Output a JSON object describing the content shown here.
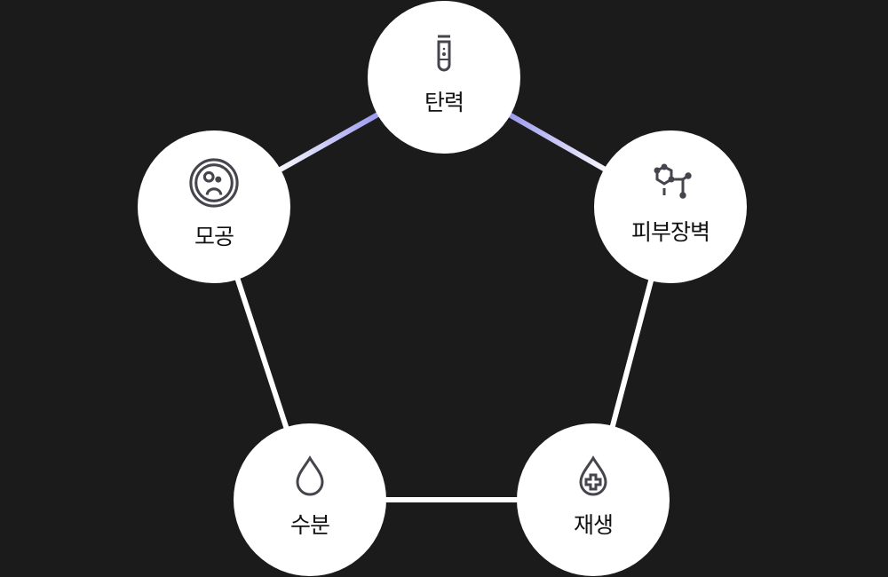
{
  "colors": {
    "background": "#1b1b1b",
    "node": "#ffffff",
    "line": "#ffffff",
    "accent": "#a9a8f0",
    "icon": "#45454d"
  },
  "nodes": [
    {
      "label": "탄력",
      "icon": "test-tube-icon"
    },
    {
      "label": "피부장벽",
      "icon": "molecule-icon"
    },
    {
      "label": "재생",
      "icon": "drop-plus-icon"
    },
    {
      "label": "수분",
      "icon": "water-drop-icon"
    },
    {
      "label": "모공",
      "icon": "pore-icon"
    }
  ]
}
